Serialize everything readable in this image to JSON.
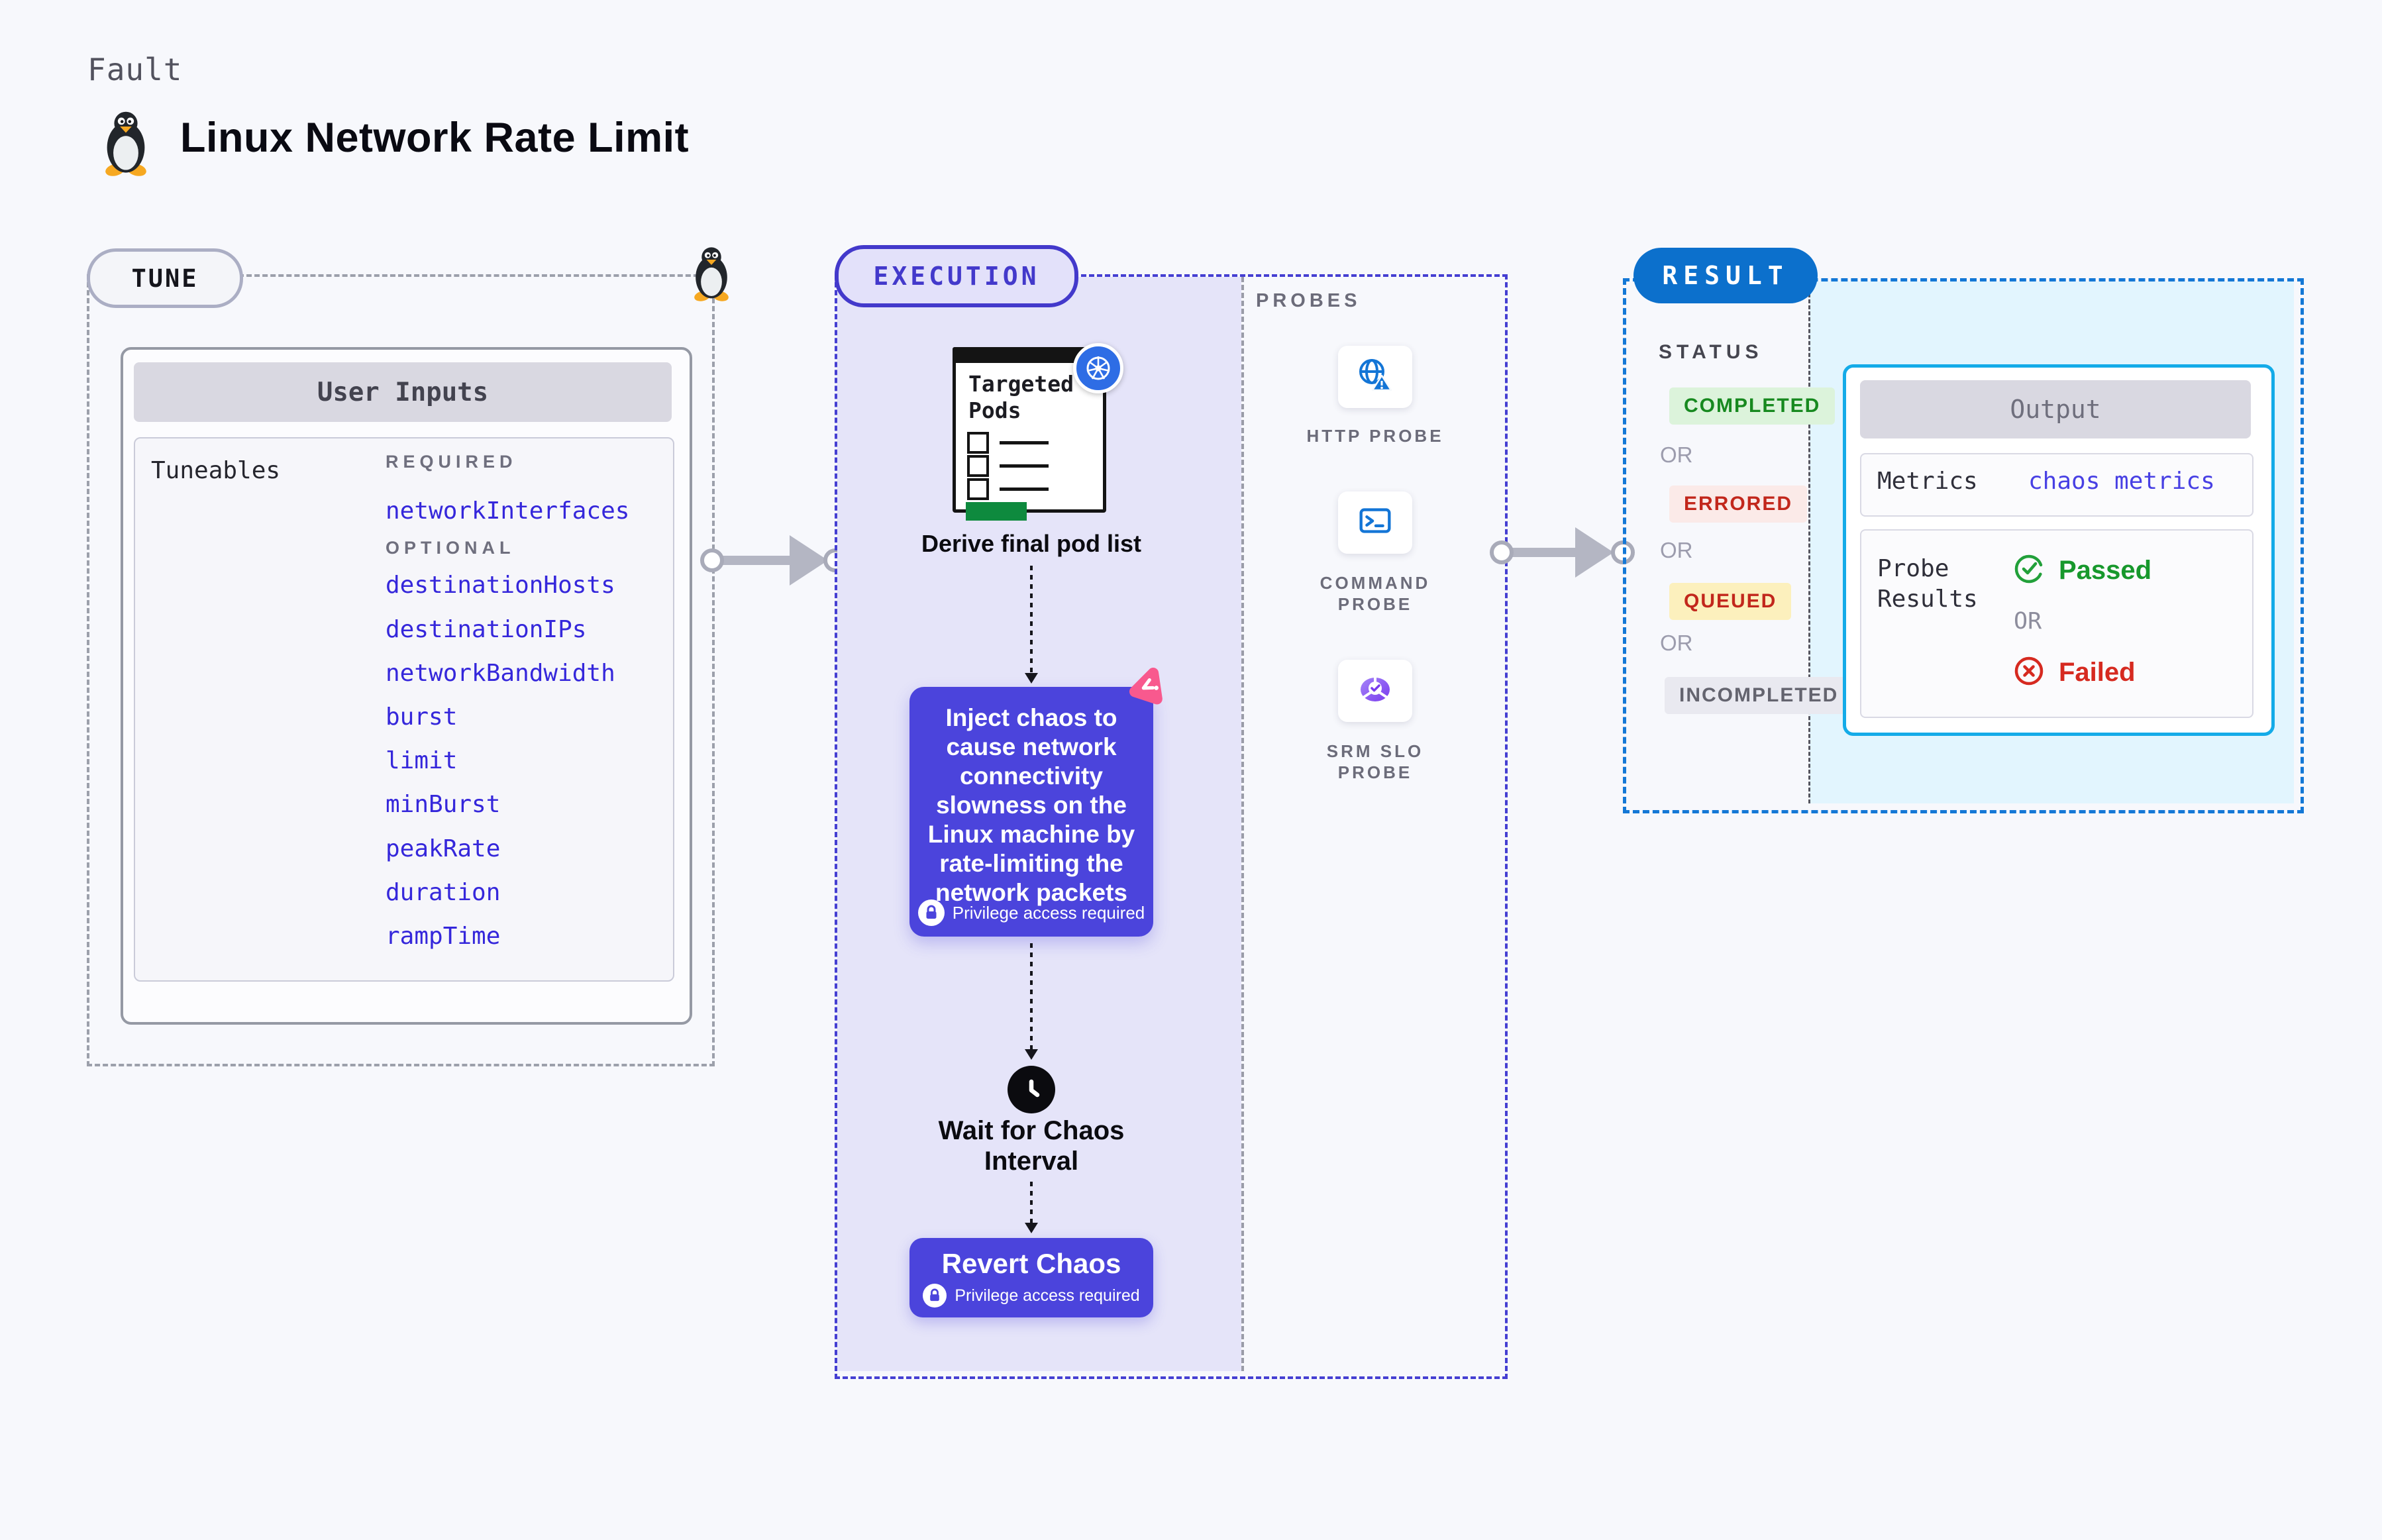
{
  "header": {
    "kicker": "Fault",
    "title": "Linux Network Rate Limit"
  },
  "tune": {
    "section_label": "TUNE",
    "card_title": "User Inputs",
    "rows_label": "Tuneables",
    "required_label": "REQUIRED",
    "required_items": [
      "networkInterfaces"
    ],
    "optional_label": "OPTIONAL",
    "optional_items": [
      "destinationHosts",
      "destinationIPs",
      "networkBandwidth",
      "burst",
      "limit",
      "minBurst",
      "peakRate",
      "duration",
      "rampTime"
    ]
  },
  "execution": {
    "section_label": "EXECUTION",
    "pods_card_title": "Targeted Pods",
    "derive_label": "Derive final pod list",
    "inject_text": "Inject chaos to cause network connectivity slowness on the Linux machine by rate-limiting the network packets",
    "privilege_label": "Privilege access required",
    "wait_label": "Wait for Chaos Interval",
    "revert_label": "Revert Chaos",
    "icons": [
      "kubernetes-icon",
      "chaos-icon",
      "clock-icon",
      "lock-icon",
      "linux-tux-icon"
    ]
  },
  "probes": {
    "section_label": "PROBES",
    "items": [
      {
        "label": "HTTP PROBE",
        "icon": "globe-alert-icon"
      },
      {
        "label": "COMMAND PROBE",
        "icon": "terminal-icon"
      },
      {
        "label": "SRM SLO PROBE",
        "icon": "slo-donut-icon"
      }
    ]
  },
  "result": {
    "section_label": "RESULT",
    "status_label": "STATUS",
    "or_label": "OR",
    "statuses": [
      {
        "label": "COMPLETED",
        "bg": "#DCF3DB",
        "color": "#17891F"
      },
      {
        "label": "ERRORED",
        "bg": "#FBEAE8",
        "color": "#C2271C"
      },
      {
        "label": "QUEUED",
        "bg": "#FCF0BD",
        "color": "#C2271C"
      },
      {
        "label": "INCOMPLETED",
        "bg": "#E9E9F0",
        "color": "#64646F"
      }
    ],
    "output": {
      "title": "Output",
      "metrics_label": "Metrics",
      "metrics_value": "chaos metrics",
      "probe_results_label": "Probe Results",
      "passed_label": "Passed",
      "or_label": "OR",
      "failed_label": "Failed"
    }
  },
  "colors": {
    "canvas_bg": "#F7F8FC",
    "execution_fill": "#E5E4F9",
    "execution_border": "#453FD2",
    "indigo_card": "#4B44DC",
    "tune_border": "#9CA0AB",
    "result_border": "#1478D6",
    "result_pill": "#0C70CC",
    "result_fill": "#E2F5FE",
    "output_border": "#14ABE8",
    "tuneable_link": "#3527DB",
    "probe_icon_blue": "#1375D6",
    "srm_purple": "#8A53F2",
    "chaos_pink": "#F8598E",
    "passed_green": "#17982C",
    "failed_red": "#D62A20",
    "kubernetes_blue": "#2E6DE5",
    "green_bar": "#0E8A3E"
  }
}
